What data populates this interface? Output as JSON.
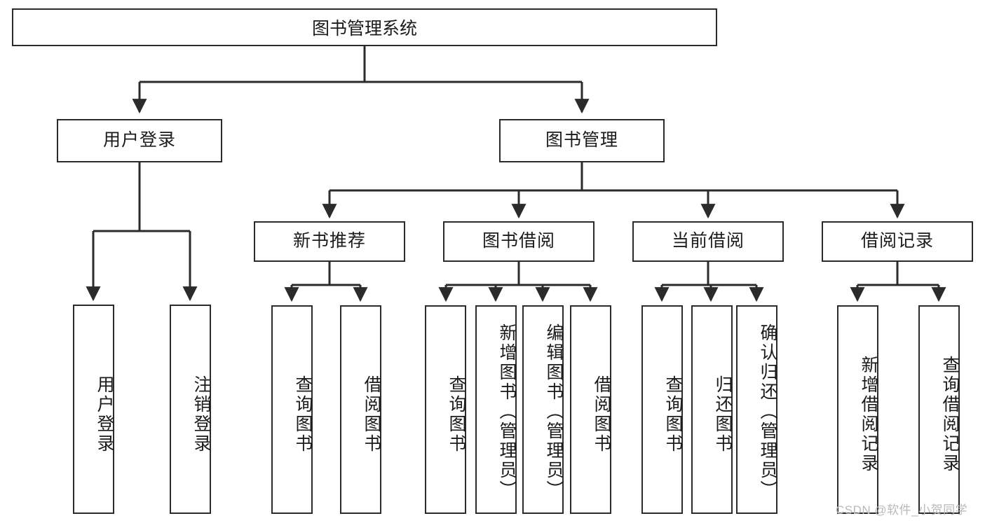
{
  "diagram": {
    "title": "图书管理系统",
    "type": "tree-hierarchy-chart",
    "watermark": "CSDN @软件_小贺同学",
    "colors": {
      "box_border": "#2b2b2b",
      "box_fill": "#ffffff",
      "edge": "#2b2b2b",
      "text": "#1b1b1b",
      "watermark": "#b9b9b9",
      "background": "#ffffff"
    },
    "root": {
      "label": "图书管理系统"
    },
    "level2": [
      {
        "label": "用户登录"
      },
      {
        "label": "图书管理"
      }
    ],
    "level3": [
      {
        "label": "新书推荐"
      },
      {
        "label": "图书借阅"
      },
      {
        "label": "当前借阅"
      },
      {
        "label": "借阅记录"
      }
    ],
    "leaves": {
      "user_login": [
        {
          "label": "用户登录"
        },
        {
          "label": "注销登录"
        }
      ],
      "new_book_recommend": [
        {
          "label": "查询图书"
        },
        {
          "label": "借阅图书"
        }
      ],
      "book_borrow": [
        {
          "label": "查询图书"
        },
        {
          "label": "新增图书（管理员）"
        },
        {
          "label": "编辑图书（管理员）"
        },
        {
          "label": "借阅图书"
        }
      ],
      "current_borrow": [
        {
          "label": "查询图书"
        },
        {
          "label": "归还图书"
        },
        {
          "label": "确认归还（管理员）"
        }
      ],
      "borrow_record": [
        {
          "label": "新增借阅记录"
        },
        {
          "label": "查询借阅记录"
        }
      ]
    }
  }
}
